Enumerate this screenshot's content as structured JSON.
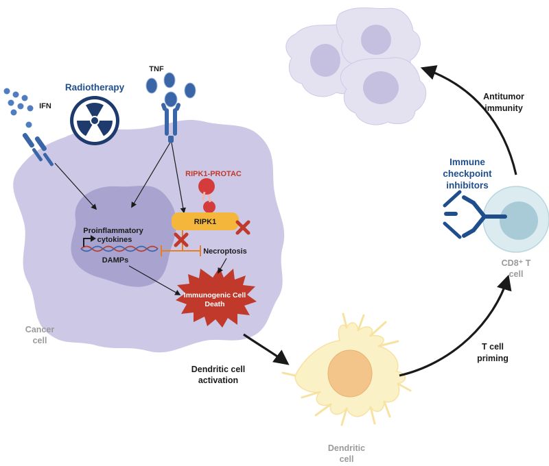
{
  "labels": {
    "radiotherapy": "Radiotherapy",
    "tnf": "TNF",
    "ifn": "IFN",
    "ripk1_protac": "RIPK1-PROTAC",
    "ripk1": "RIPK1",
    "proinflammatory_line1": "Proinflammatory",
    "proinflammatory_line2": "cytokines",
    "damps": "DAMPs",
    "necroptosis": "Necroptosis",
    "icd_line1": "Immunogenic Cell",
    "icd_line2": "Death",
    "cancer_line1": "Cancer",
    "cancer_line2": "cell",
    "dc_activation_line1": "Dendritic cell",
    "dc_activation_line2": "activation",
    "dendritic_line1": "Dendritic",
    "dendritic_line2": "cell",
    "t_priming_line1": "T cell",
    "t_priming_line2": "priming",
    "cd8_line1": "CD8⁺ T",
    "cd8_line2": "cell",
    "ici_line1": "Immune",
    "ici_line2": "checkpoint",
    "ici_line3": "inhibitors",
    "antitumor_line1": "Antitumor",
    "antitumor_line2": "immunity"
  },
  "colors": {
    "cancer_cell": "#ccc8e6",
    "nucleus": "#a9a3cf",
    "receptor_blue": "#3a66a8",
    "ripk1_orange": "#f4b73c",
    "inhibit_orange": "#e67e22",
    "icd_red": "#c0392b",
    "dendritic_fill": "#fbf1c6",
    "tcell_outer": "#dcebf0",
    "tcell_inner": "#a9cbd8",
    "dead_cell": "#e4e1f1",
    "text_blue": "#1f4e8c"
  }
}
